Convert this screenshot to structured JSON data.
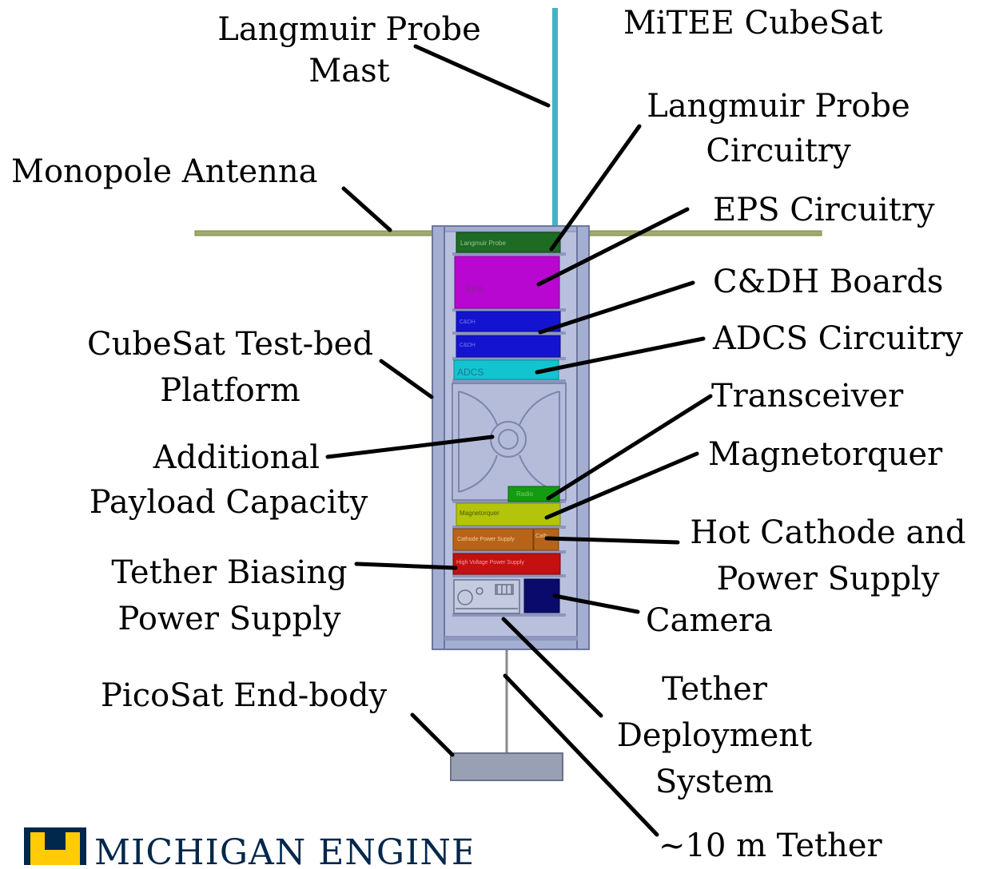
{
  "title": "MiTEE CubeSat",
  "labels": {
    "langmuir_mast": [
      "Langmuir Probe",
      "Mast"
    ],
    "langmuir_circuitry": [
      "Langmuir Probe",
      "Circuitry"
    ],
    "monopole_antenna": "Monopole Antenna",
    "eps_circuitry": "EPS Circuitry",
    "cdh_boards": "C&DH Boards",
    "adcs_circuitry": "ADCS Circuitry",
    "testbed_platform": [
      "CubeSat Test-bed",
      "Platform"
    ],
    "transceiver": "Transceiver",
    "additional_payload": [
      "Additional",
      "Payload Capacity"
    ],
    "magnetorquer": "Magnetorquer",
    "hot_cathode": [
      "Hot Cathode and",
      "Power Supply"
    ],
    "tether_biasing": [
      "Tether Biasing",
      "Power Supply"
    ],
    "camera": "Camera",
    "picosat": "PicoSat End-body",
    "tether_deployment": [
      "Tether",
      "Deployment",
      "System"
    ],
    "tether_length": "~10 m Tether"
  },
  "modules": {
    "langmuir": "Langmuir Probe",
    "eps": "EPS",
    "cdh1": "C&DH",
    "cdh2": "C&DH",
    "adcs": "ADCS",
    "radio": "Radio",
    "magnetorquer": "Magnetorquer",
    "cathode_ps": "Cathode Power Supply",
    "cath": "Cath",
    "hv_ps": "High Voltage Power Supply"
  },
  "logo": {
    "text": "MICHIGAN ENGINEERING"
  },
  "colors": {
    "frame": "#A4AED0",
    "frame_dark": "#6C76A0",
    "langmuir_board": "#1E6B23",
    "eps_board": "#B807D0",
    "cdh_board": "#1414D0",
    "adcs_board": "#12C4D0",
    "radio_board": "#149C10",
    "magnetorquer_board": "#B4C40A",
    "cathode_board": "#B86418",
    "hv_board": "#C41010",
    "camera": "#0A0A6C",
    "mast": "#40B4C4",
    "antenna": "#A0AA6A",
    "picosat": "#9AA0B4",
    "logo_blue": "#00274C",
    "logo_maize": "#FFCB05"
  }
}
